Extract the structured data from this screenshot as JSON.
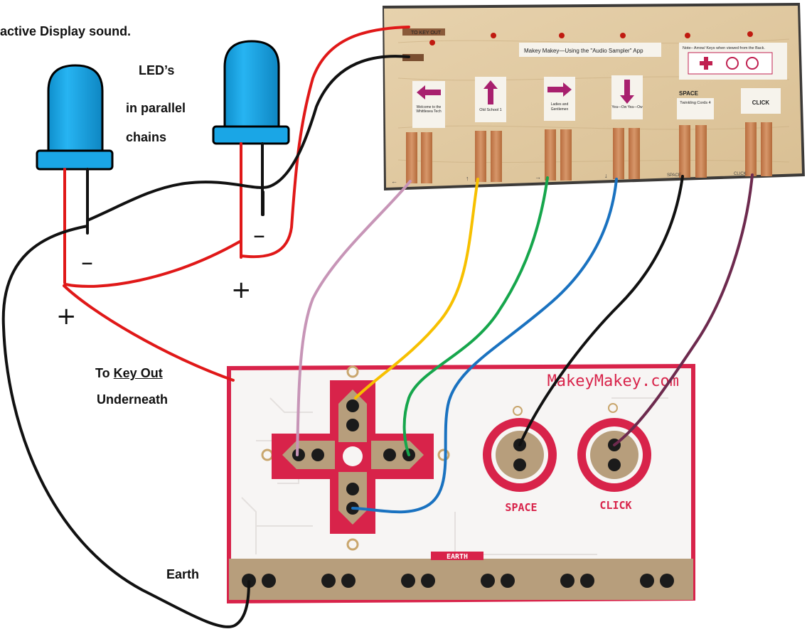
{
  "header": {
    "title_fragment": "active Display sound."
  },
  "labels": {
    "leds_line1": "LED’s",
    "leds_line2": "in parallel",
    "leds_line3": "chains",
    "key_out_prefix": "To",
    "key_out_underlined": "Key Out",
    "key_out_line2": "Underneath",
    "earth": "Earth"
  },
  "signs": {
    "plus": "+",
    "minus": "–"
  },
  "board": {
    "title": "Makey Makey—Using the \"Audio Sampler\" App",
    "key_out_tag": "TO KEY OUT",
    "note": "Note– Arrow/ Keys when viewed from the Back.",
    "cards": [
      {
        "key": "left",
        "text": "Welcome to the Whittlesea Tech"
      },
      {
        "key": "up",
        "text": "Old School 1"
      },
      {
        "key": "right",
        "text": "Ladies and Gentlemen"
      },
      {
        "key": "down",
        "text": "Yea—Ow Yea—Ow"
      },
      {
        "key": "space",
        "title": "SPACE",
        "text": "Twinkling Cords 4"
      },
      {
        "key": "click",
        "text": "CLICK"
      }
    ],
    "bottom_marks": [
      "←",
      "↑",
      "→",
      "↓",
      "SPACE",
      "CLICK"
    ]
  },
  "makey": {
    "brand": "MakeyMakey.com",
    "space_label": "SPACE",
    "click_label": "CLICK",
    "earth_label": "EARTH"
  },
  "colors": {
    "led": "#19a9ea",
    "wire_red": "#e01818",
    "wire_black": "#111111",
    "wire_pink": "#c795b7",
    "wire_yellow": "#f7c000",
    "wire_green": "#16a64c",
    "wire_blue": "#1a72c0",
    "wire_purple": "#6d2a4e",
    "pcb_red": "#d8234a",
    "copper": "#c58052",
    "wood": "#e2cba4"
  }
}
